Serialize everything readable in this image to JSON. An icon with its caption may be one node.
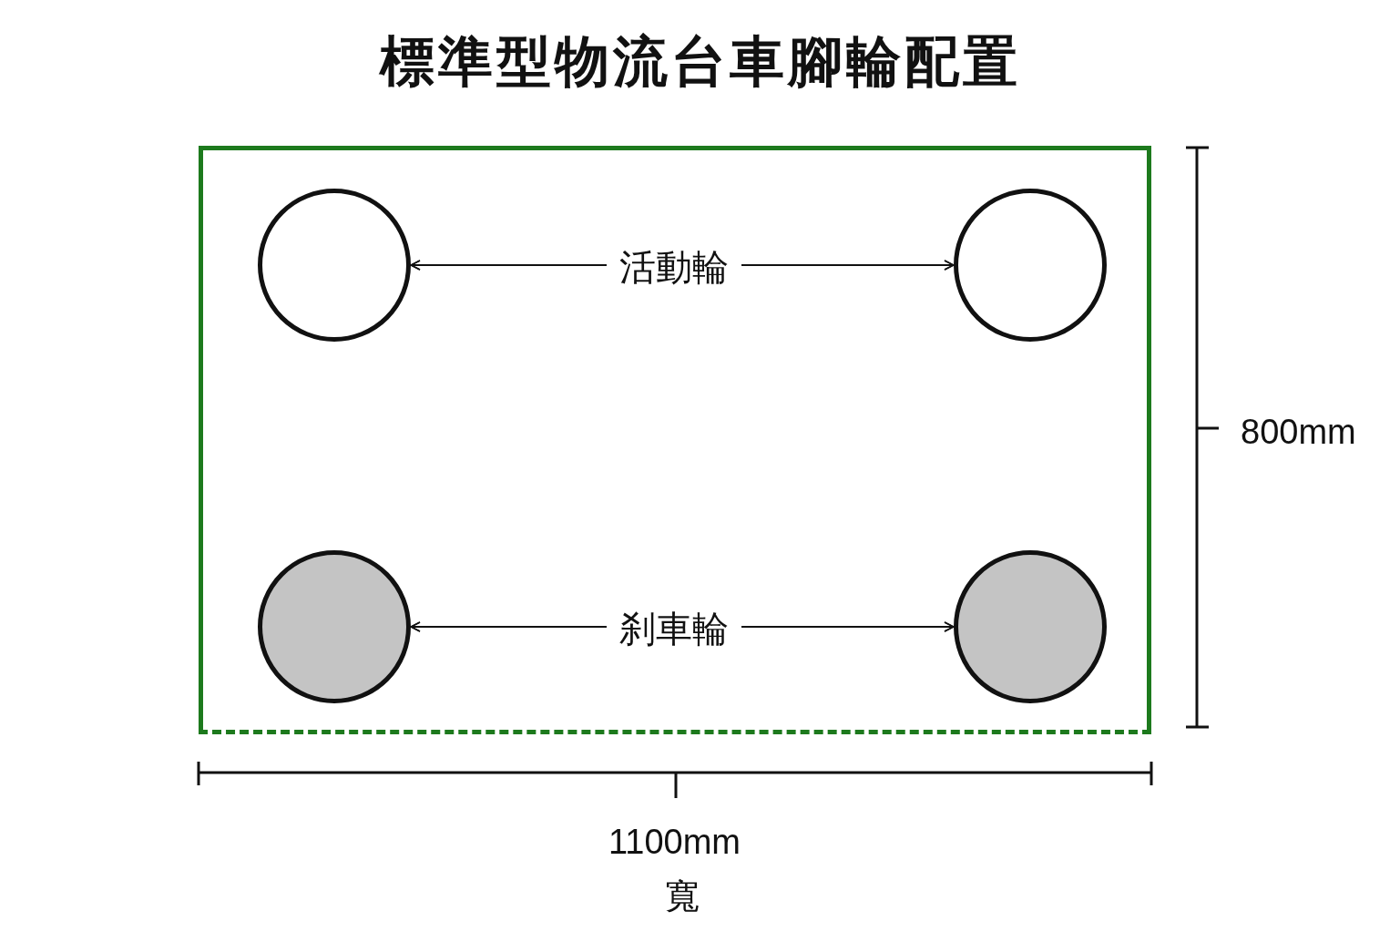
{
  "diagram": {
    "title": "標準型物流台車腳輪配置",
    "nodes": [
      {
        "text": [],
        "shape": "box"
      },
      {
        "text": [],
        "shape": "circle",
        "in": 0
      },
      {
        "text": [
          "活動輪"
        ],
        "in": 0
      },
      {
        "text": [],
        "shape": "circle",
        "in": 0
      },
      {
        "text": [],
        "shape": "circle",
        "in": 0
      },
      {
        "text": [
          "刹車輪"
        ],
        "in": 0
      },
      {
        "text": [],
        "shape": "circle",
        "in": 0
      }
    ],
    "edges": [
      {
        "from": 2,
        "to": 1,
        "arrow": "to"
      },
      {
        "from": 2,
        "to": 3,
        "arrow": "to"
      },
      {
        "from": 5,
        "to": 4,
        "arrow": "to"
      },
      {
        "from": 5,
        "to": 6,
        "arrow": "to"
      }
    ],
    "labels": [
      "800mm",
      "1100mm",
      "寬"
    ]
  }
}
